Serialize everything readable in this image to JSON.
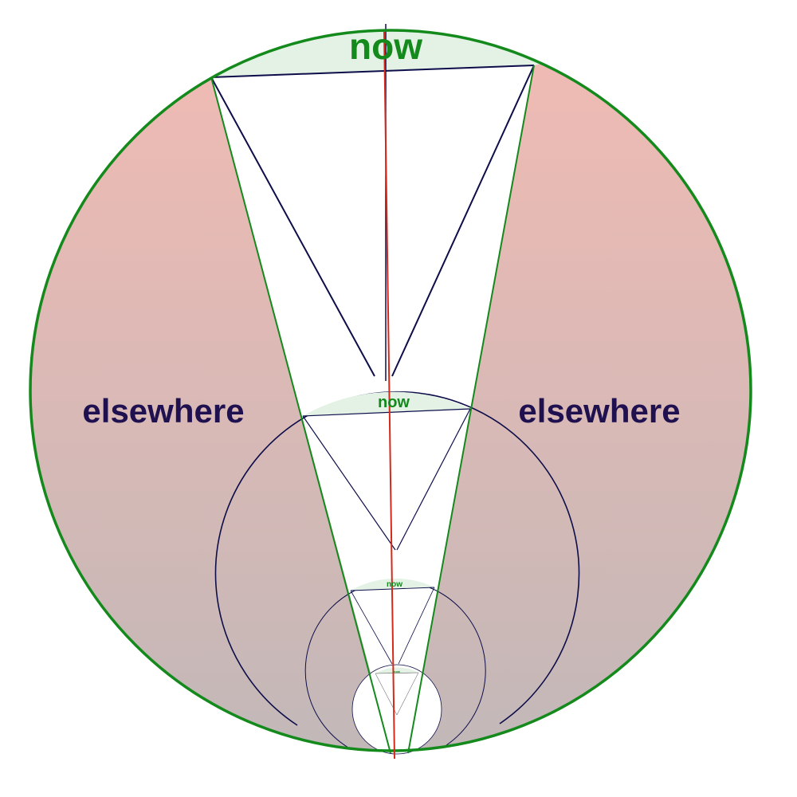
{
  "labels": {
    "now_large": "now",
    "now_medium": "now",
    "now_small": "now",
    "now_tiny": "now",
    "elsewhere_left": "elsewhere",
    "elsewhere_right": "elsewhere"
  },
  "colors": {
    "outer_circle": "#148a1c",
    "cone_edge": "#148a1c",
    "navy_lines": "#0d0d4a",
    "worldline": "#d42a1a",
    "now_fill": "#e3f2e5",
    "now_text": "#148a1c",
    "elsewhere_top": "#f4bab3",
    "elsewhere_bottom": "#bfb8b8",
    "elsewhere_text": "#1f1050"
  }
}
